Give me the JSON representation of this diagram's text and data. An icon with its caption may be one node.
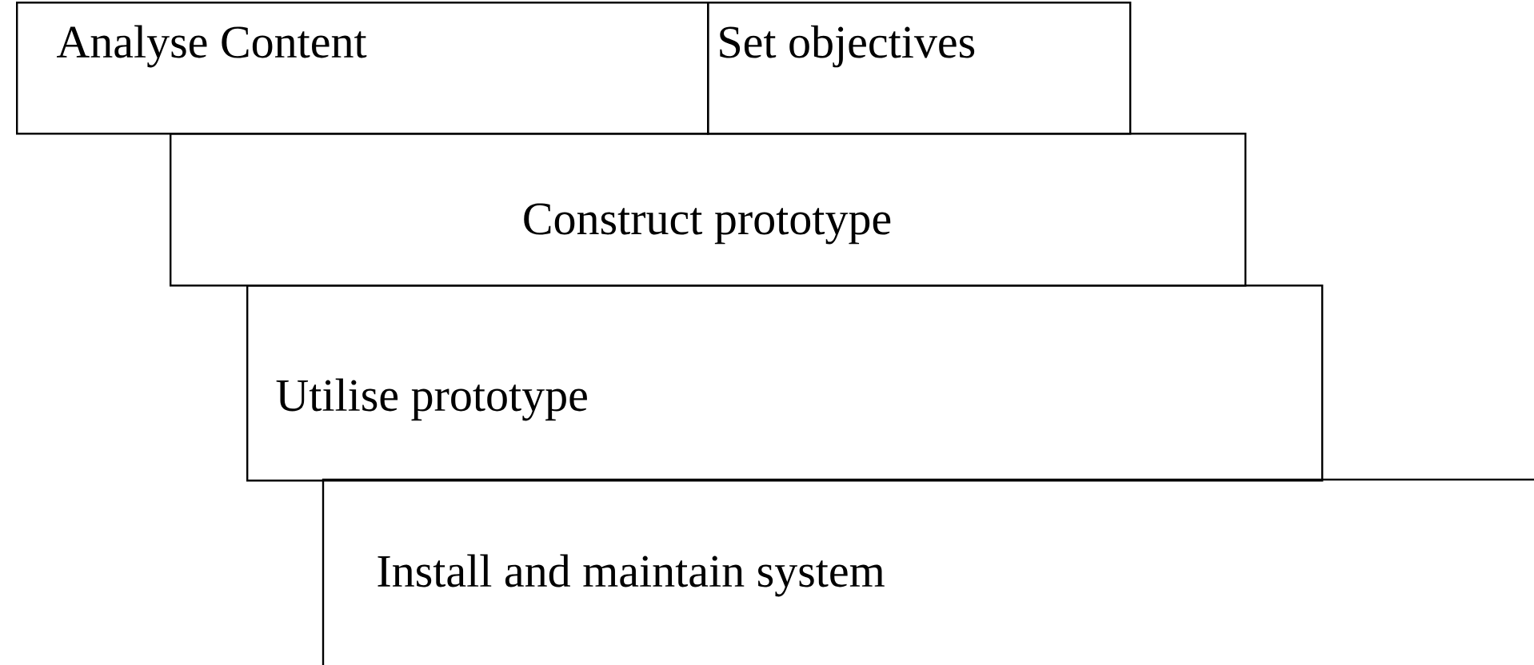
{
  "diagram": {
    "nodes": [
      {
        "text": [
          "Analyse Content"
        ]
      },
      {
        "text": [
          "Set objectives"
        ]
      },
      {
        "text": [
          "Construct prototype"
        ]
      },
      {
        "text": [
          "Utilise prototype"
        ]
      },
      {
        "text": [
          "Install and maintain system"
        ]
      }
    ]
  }
}
